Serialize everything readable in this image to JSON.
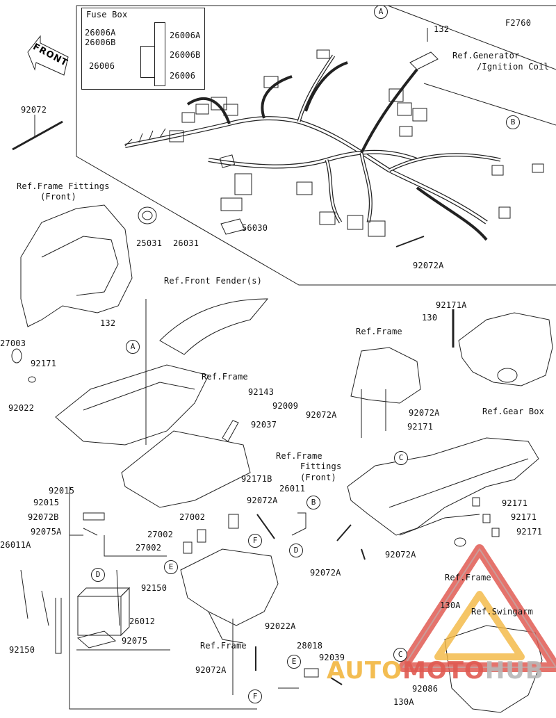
{
  "diagram_code": "F2760",
  "front_label": "FRONT",
  "fuse_box": {
    "title": "Fuse Box",
    "labels": [
      "26006A",
      "26006B",
      "26006",
      "26006A",
      "26006B",
      "26006"
    ]
  },
  "part_labels": [
    "132",
    "92072",
    "25031",
    "26031",
    "56030",
    "92072A",
    "27003",
    "92171",
    "92022",
    "132",
    "92143",
    "92009",
    "92037",
    "92171B",
    "92171A",
    "130",
    "92072A",
    "92072A",
    "92171",
    "92015",
    "92015",
    "92072B",
    "92075A",
    "26011A",
    "92150",
    "26012",
    "92075",
    "92150",
    "26011",
    "92072A",
    "27002",
    "27002",
    "27002",
    "92072A",
    "92171",
    "92171",
    "92171",
    "92072A",
    "130A",
    "92022A",
    "28018",
    "92039",
    "92072A",
    "92086",
    "130A"
  ],
  "references": [
    "Ref.Generator",
    "/Ignition Coil",
    "Ref.Frame Fittings",
    "(Front)",
    "Ref.Front Fender(s)",
    "Ref.Frame",
    "Ref.Frame",
    "Ref.Gear Box",
    "Ref.Frame",
    "Fittings",
    "(Front)",
    "Ref.Frame",
    "Ref.Swingarm",
    "Ref.Frame"
  ],
  "callouts": [
    "A",
    "B",
    "A",
    "C",
    "B",
    "D",
    "D",
    "E",
    "F",
    "E",
    "F",
    "C"
  ],
  "watermark": {
    "part1": "AUTO",
    "part2": "MOTO",
    "part3": "HUB"
  },
  "colors": {
    "line": "#222222",
    "watermark_orange": "#f2b640",
    "watermark_red": "#e05a52",
    "watermark_gray": "#b8b8b8"
  }
}
